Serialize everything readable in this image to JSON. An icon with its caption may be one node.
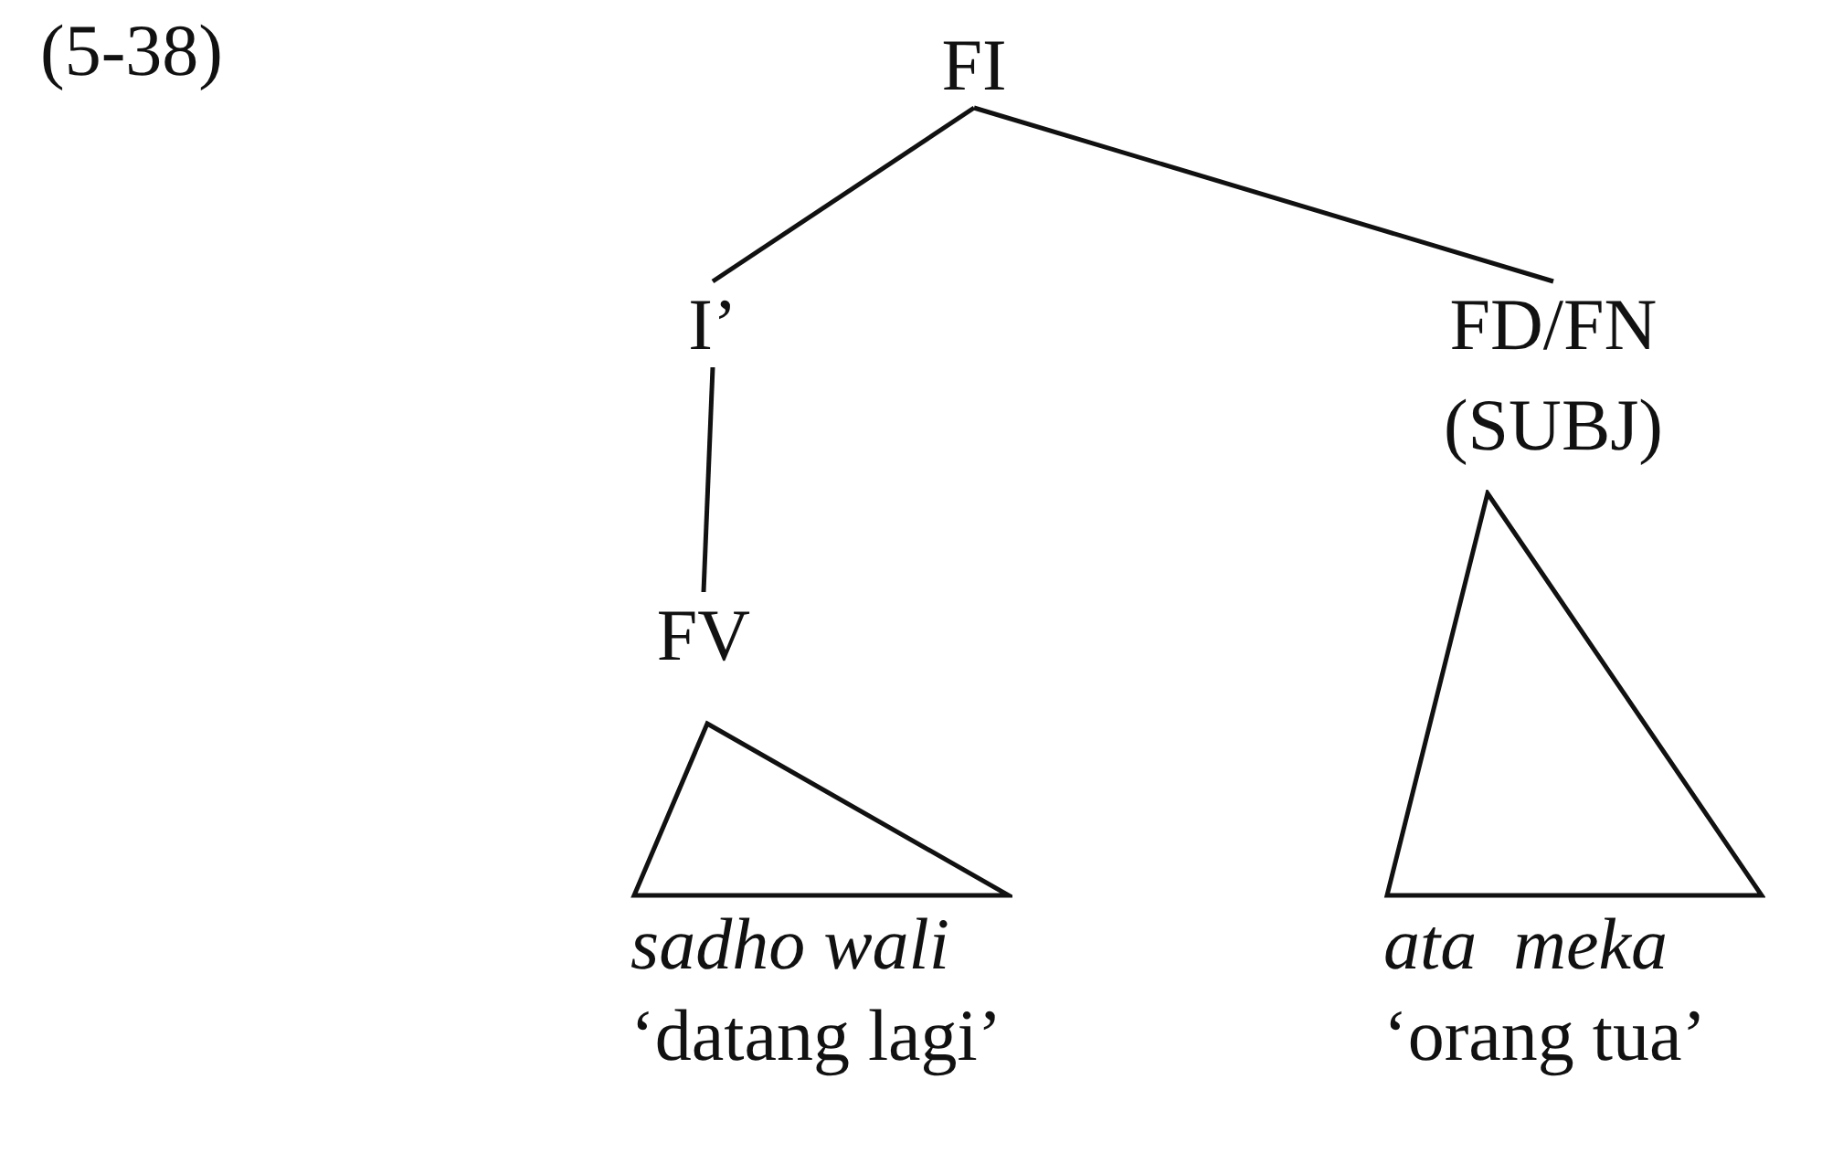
{
  "diagram": {
    "nodes": [
      {
        "text": [
          "FI"
        ]
      },
      {
        "text": [
          "I’"
        ]
      },
      {
        "text": [
          "FD/FN",
          "(SUBJ)"
        ]
      },
      {
        "text": [
          "FV"
        ]
      },
      {
        "text": [
          "sadho wali",
          "‘datang lagi’"
        ]
      },
      {
        "text": [
          "ata  meka",
          "‘orang tua’"
        ]
      }
    ],
    "edges": [
      {
        "from": 0,
        "to": 1,
        "arrow": "none"
      },
      {
        "from": 0,
        "to": 2,
        "arrow": "none"
      },
      {
        "from": 1,
        "to": 3,
        "arrow": "none"
      }
    ],
    "labels": [
      "(5-38)"
    ]
  }
}
